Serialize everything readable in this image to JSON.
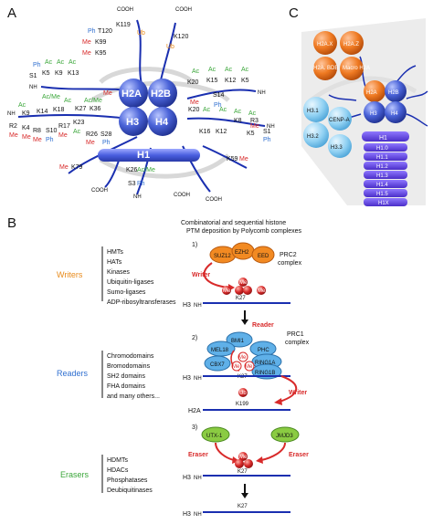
{
  "panel_labels": {
    "a": "A",
    "b": "B",
    "c": "C"
  },
  "panelA": {
    "core_histones": [
      "H2A",
      "H2B",
      "H3",
      "H4"
    ],
    "linker": "H1",
    "marks": {
      "cooh_t120": "COOH",
      "k119": "K119",
      "ub1": "Ub",
      "t120": "T120",
      "me_k99": "Me",
      "k99": "K99",
      "me_k95": "Me",
      "k95": "K95",
      "cooh_k120": "COOH",
      "k120": "K120",
      "ub2": "Ub",
      "ph_s1": "Ph",
      "ac_k5": "Ac",
      "ac_k9": "Ac",
      "ac_k13": "Ac",
      "s1": "S1",
      "k5": "K5",
      "k9": "K9",
      "k13": "K13",
      "nh2_a": "NH",
      "ac_k20": "Ac",
      "ac_k15": "Ac",
      "ac_k12": "Ac",
      "ac_k5b": "Ac",
      "k20": "K20",
      "k15": "K15",
      "k12": "K12",
      "k5b": "K5",
      "nh2_b": "NH",
      "s14": "S14",
      "ph_s14": "Ph",
      "acme_k9": "Ac/Me",
      "ac_k14": "Ac",
      "ac_k18": "Ac",
      "acme_k27": "Ac/Me",
      "me_k36": "Me",
      "nh2_h3": "NH",
      "r2": "R2",
      "k4": "K4",
      "k9b": "K9",
      "k14": "K14",
      "k18": "K18",
      "k23": "K23",
      "k27": "K27",
      "k36": "K36",
      "me_r2": "Me",
      "me_k4": "Me",
      "ph_s10": "Ph",
      "r8": "R8",
      "s10": "S10",
      "r17": "R17",
      "r26": "R26",
      "s28": "S28",
      "me_r8": "Me",
      "me_r17": "Me",
      "me_r26": "Me",
      "ph_s28": "Ph",
      "ac_k23": "Ac",
      "k20b": "K20",
      "me_k20": "Me",
      "ac_k16": "Ac",
      "ac_k12b": "Ac",
      "ac_k8": "Ac",
      "ac_k5c": "Ac",
      "k16": "K16",
      "k12b": "K12",
      "k8": "K8",
      "k5c": "K5",
      "r3": "R3",
      "s1b": "S1",
      "nh2_h4": "NH",
      "me_r3": "Me",
      "ph_s1b": "Ph",
      "me_k79": "Me",
      "k79": "K79",
      "k26": "K26",
      "acme_k26": "Ac/Me",
      "k59": "K59",
      "me_k59": "Me",
      "s3": "S3",
      "ph_s3": "Ph",
      "nh2_h1": "NH",
      "cooh_h1": "COOH",
      "cooh_h4": "COOH",
      "cooh_h3": "COOH"
    }
  },
  "panelC": {
    "variants": [
      "H2A.X",
      "H2A.Z",
      "H2A. BDB",
      "Macro H2A"
    ],
    "h3_variants": [
      "H3.1",
      "CENP-A",
      "H3.2",
      "H3.3"
    ],
    "core": [
      "H2A",
      "H2B",
      "H3",
      "H4"
    ],
    "h1_label": "H1",
    "h1_variants": [
      "H1.0",
      "H1.1",
      "H1.2",
      "H1.3",
      "H1.4",
      "H1.5",
      "H1X"
    ]
  },
  "panelB": {
    "header": [
      "Combinatorial and sequential histone",
      "PTM deposition by Polycomb complexes"
    ],
    "writers_label": "Writers",
    "writers": [
      "HMTs",
      "HATs",
      "Kinases",
      "Ubiquitin-ligases",
      "Sumo-ligases",
      "ADP-ribosyltransferases"
    ],
    "readers_label": "Readers",
    "readers": [
      "Chromodomains",
      "Bromodomains",
      "SH2 domains",
      "FHA domains",
      "and many others..."
    ],
    "erasers_label": "Erasers",
    "erasers": [
      "HDMTs",
      "HDACs",
      "Phosphatases",
      "Deubiquitinases"
    ],
    "step1": {
      "num": "1)",
      "suz12": "SUZ12",
      "ezh2": "EZH2",
      "eed": "EED",
      "complex": [
        "PRC2",
        "complex"
      ],
      "writer": "Writer",
      "me": "Me",
      "h3": "H3",
      "nh": "NH",
      "k27": "K27"
    },
    "step2": {
      "num": "2)",
      "reader": "Reader",
      "complex": [
        "PRC1",
        "complex"
      ],
      "subunits": [
        "BMI1",
        "MEL18",
        "PHC",
        "CBX7",
        "RING1A",
        "RING1B"
      ],
      "me": "Me",
      "h3": "H3",
      "nh": "NH",
      "k27": "K27",
      "writer": "Writer",
      "ub": "Ub",
      "k199": "K199",
      "h2a": "H2A"
    },
    "step3": {
      "num": "3)",
      "utx1": "UTX-1",
      "jmjd3": "JMJD3",
      "eraser": "Eraser",
      "me": "Me",
      "h3": "H3",
      "nh": "NH",
      "k27": "K27"
    }
  },
  "colors": {
    "histone_blue": "#4a63d8",
    "linker_blue": "#5a6fe0",
    "light_blue": "#8fd0f2",
    "orange": "#ef7a22",
    "purple": "#5b3fd9",
    "red": "#d82a2a",
    "green": "#3aa639",
    "writer_orange": "#e88a1a",
    "readers_blue": "#2f6fd0"
  }
}
